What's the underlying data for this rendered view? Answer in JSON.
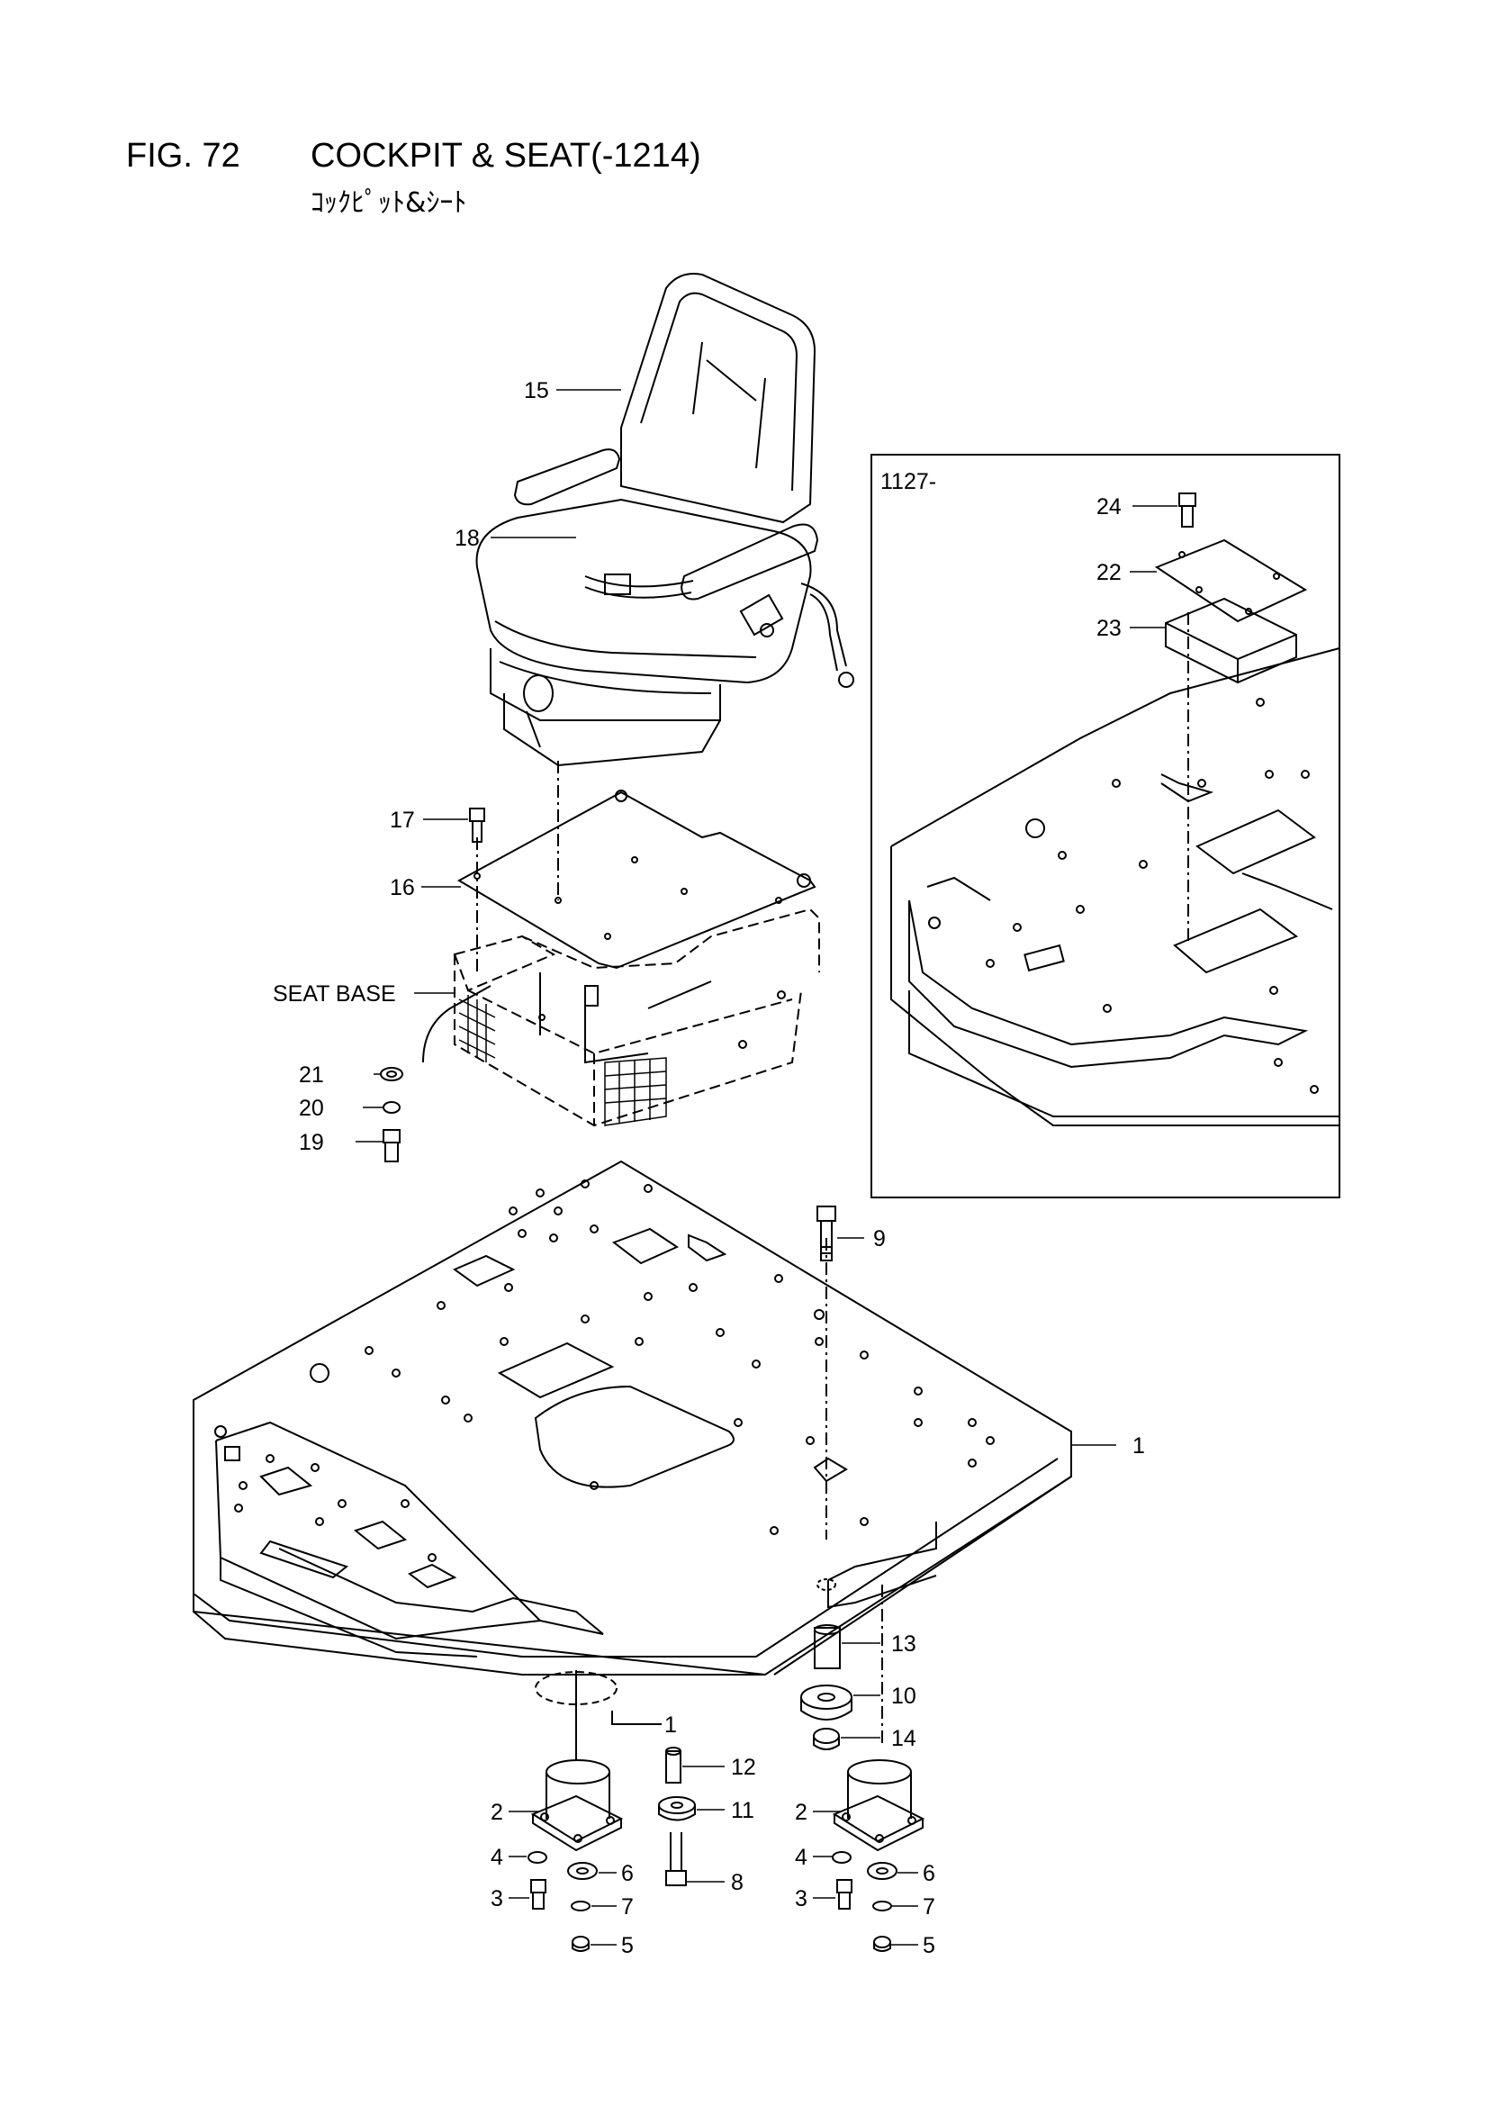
{
  "header": {
    "fig_number": "FIG. 72",
    "title": "COCKPIT & SEAT(-1214)",
    "subtitle": "ｺｯｸﾋﾟｯﾄ&ｼｰﾄ"
  },
  "inset": {
    "label": "1127-"
  },
  "callouts": {
    "c1": "1",
    "c2a": "2",
    "c2b": "2",
    "c3a": "3",
    "c3b": "3",
    "c4a": "4",
    "c4b": "4",
    "c5a": "5",
    "c5b": "5",
    "c6a": "6",
    "c6b": "6",
    "c7a": "7",
    "c7b": "7",
    "c8": "8",
    "c9": "9",
    "c10": "10",
    "c11": "11",
    "c12": "12",
    "c13": "13",
    "c14": "14",
    "c15": "15",
    "c16": "16",
    "c17": "17",
    "c18": "18",
    "c19": "19",
    "c20": "20",
    "c21": "21",
    "c22": "22",
    "c23": "23",
    "c24": "24",
    "seat_base": "SEAT BASE"
  }
}
